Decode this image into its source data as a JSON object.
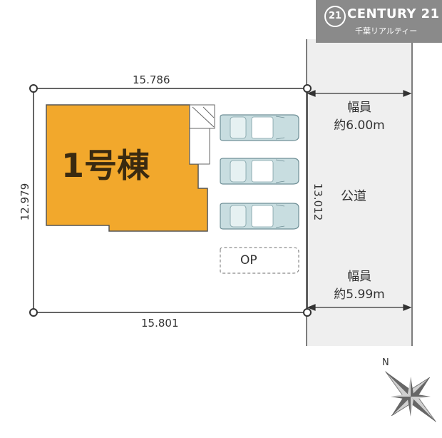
{
  "brand": {
    "logo_mark": "21",
    "name": "CENTURY 21",
    "subtitle": "千葉リアルティー"
  },
  "lot": {
    "top_width": "15.786",
    "bottom_width": "15.801",
    "left_depth": "12.979",
    "right_depth": "13.012"
  },
  "building": {
    "label": "1号棟",
    "color": "#f2a82c"
  },
  "road": {
    "label": "公道",
    "width_top": [
      "幅員",
      "約6.00m"
    ],
    "width_bottom": [
      "幅員",
      "約5.99m"
    ],
    "color": "#efefef"
  },
  "parking": {
    "optional_label": "OP"
  },
  "compass": {
    "north_label": "N"
  }
}
